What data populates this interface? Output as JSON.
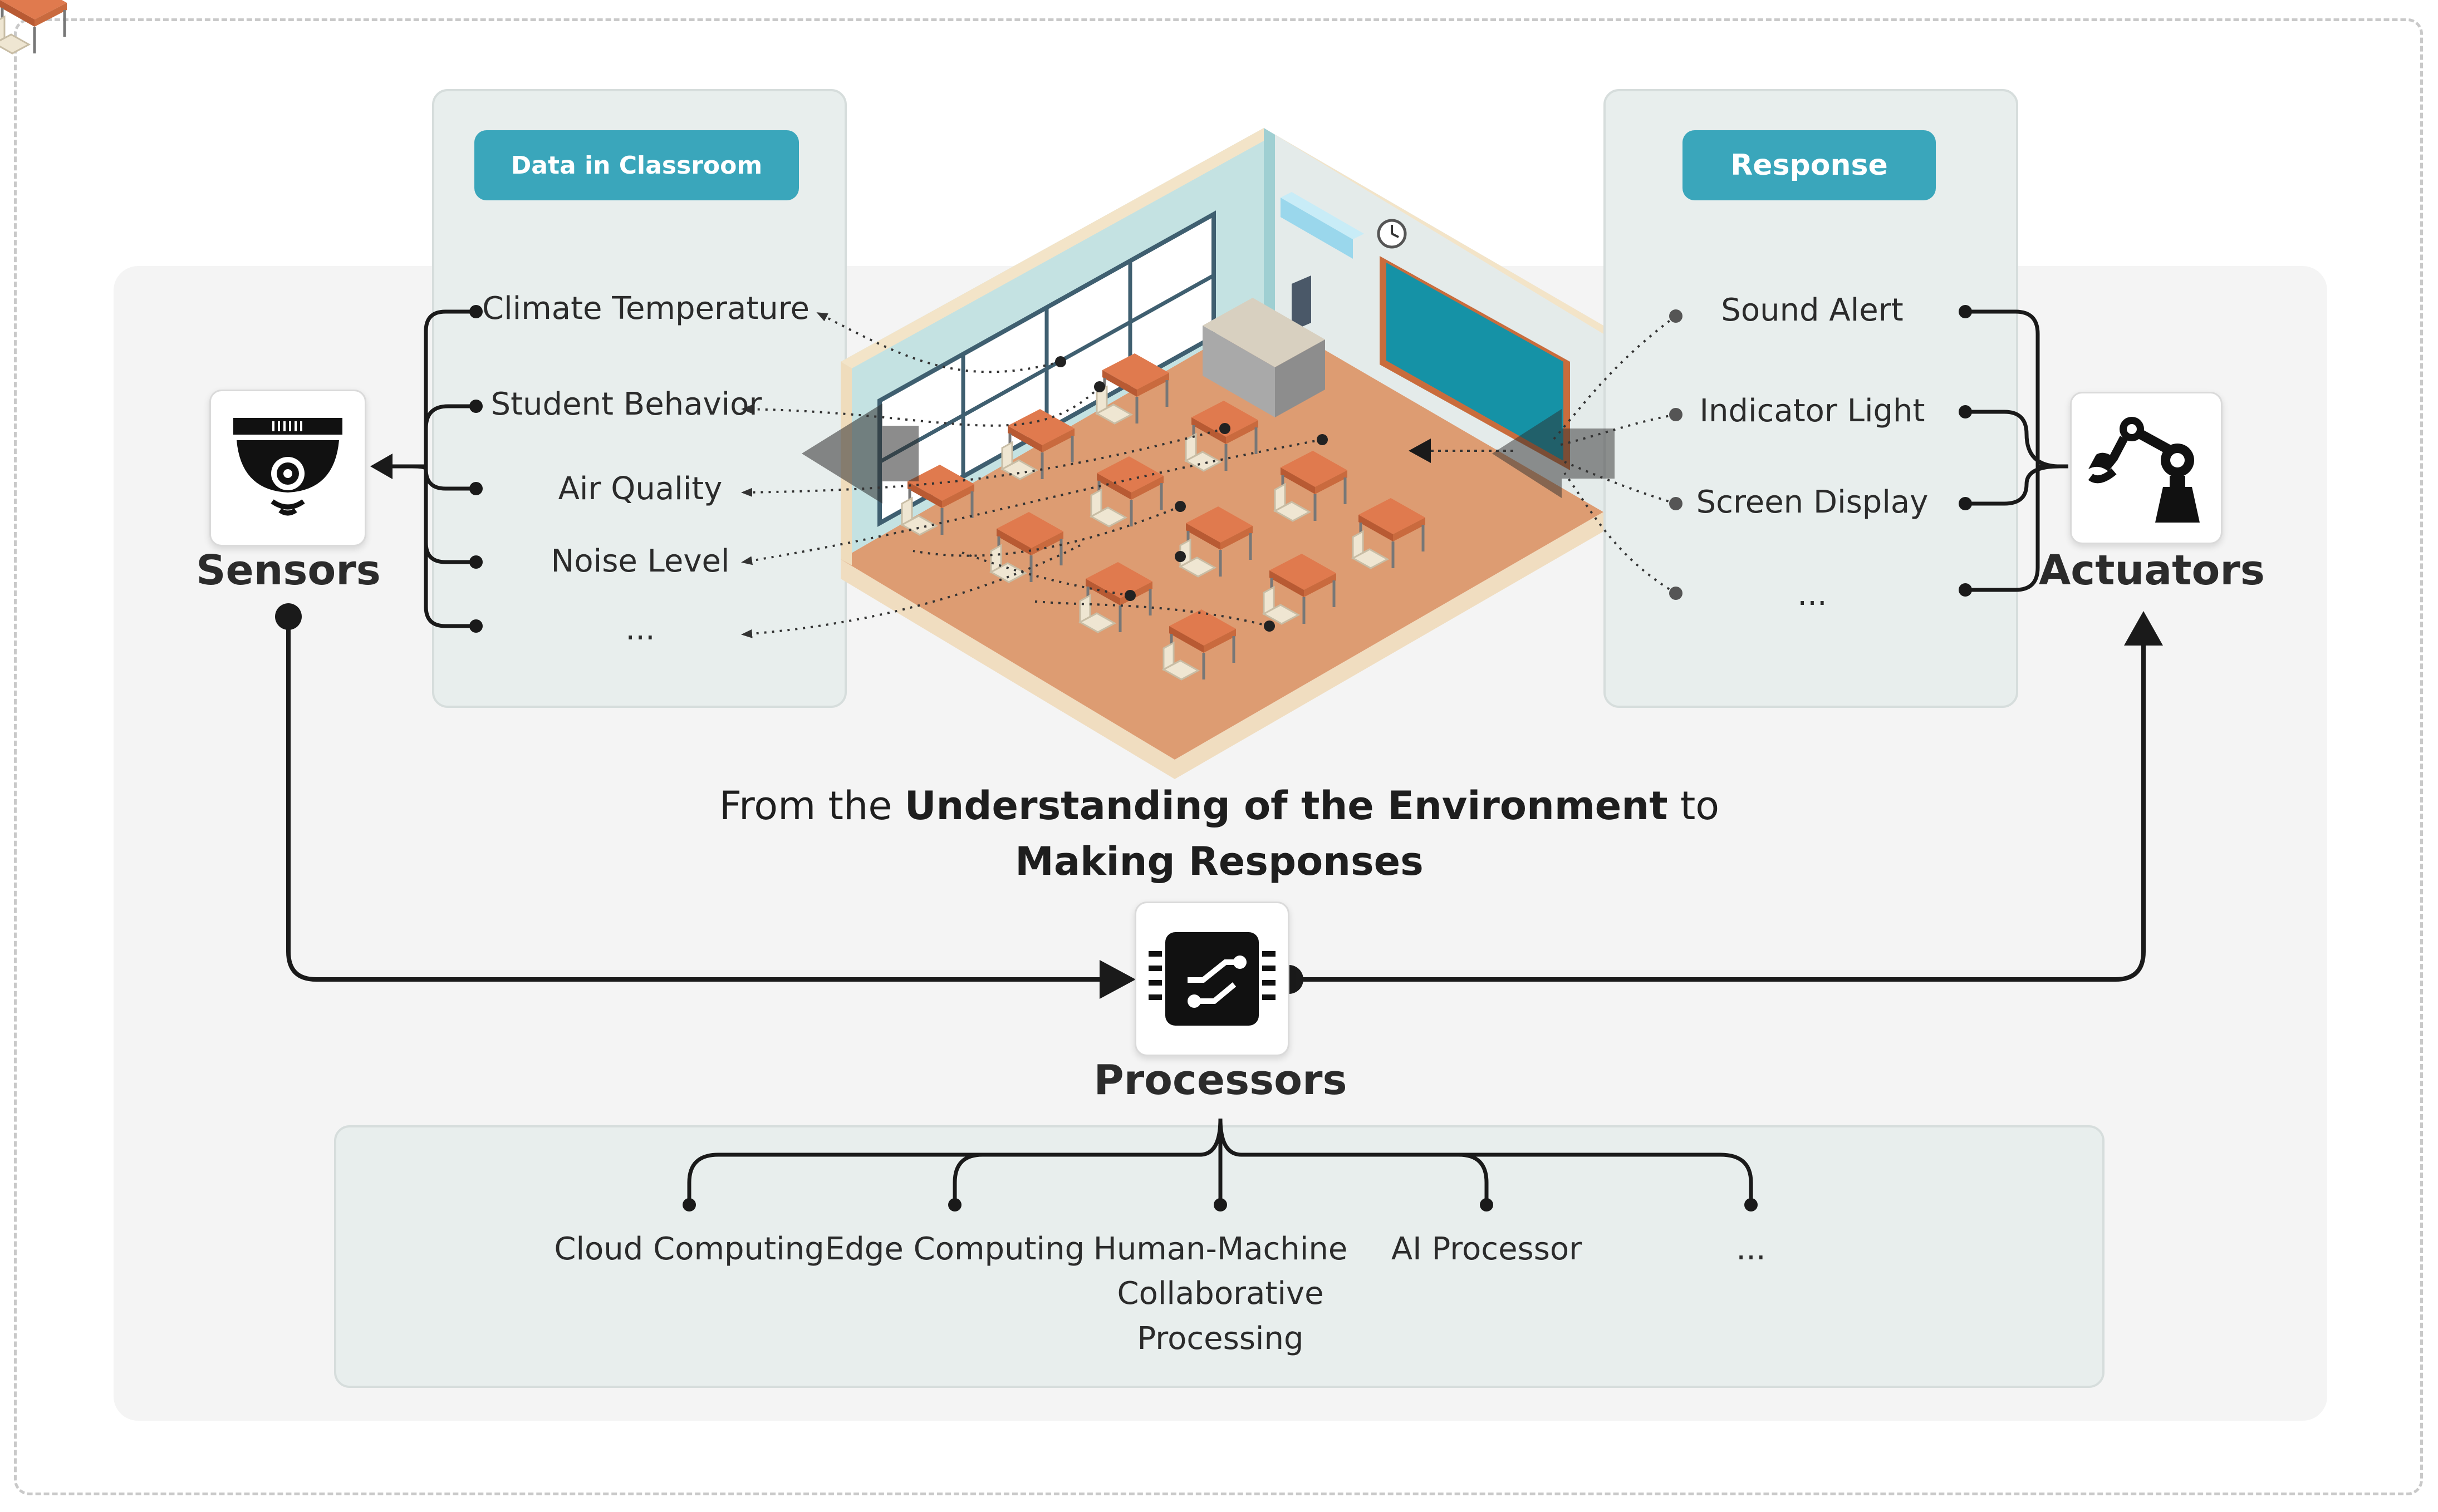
{
  "diagram": {
    "data_panel": {
      "title": "Data in Classroom",
      "items": [
        "Climate Temperature",
        "Student Behavior",
        "Air Quality",
        "Noise Level",
        "..."
      ]
    },
    "response_panel": {
      "title": "Response",
      "items": [
        "Sound Alert",
        "Indicator Light",
        "Screen Display",
        "..."
      ]
    },
    "nodes": {
      "sensors": "Sensors",
      "actuators": "Actuators",
      "processors": "Processors"
    },
    "caption": {
      "prefix": "From  the ",
      "bold1": "Understanding of the Environment",
      "mid": " to",
      "bold2": "Making Responses"
    },
    "processors_panel": {
      "items": [
        "Cloud Computing",
        "Edge Computing",
        "Human-Machine",
        "Collaborative",
        "Processing",
        "AI Processor",
        "..."
      ]
    },
    "colors": {
      "accent": "#3aa6bb",
      "panel": "#e8eeed",
      "line": "#1a1a1a",
      "floor": "#dd9c72",
      "desk": "#e07a4e",
      "chair": "#efe6d2",
      "board": "#1592a6"
    },
    "icons": {
      "sensors": "security-camera-icon",
      "actuators": "robot-arm-icon",
      "processors": "chip-icon",
      "classroom": "classroom-illustration"
    }
  }
}
